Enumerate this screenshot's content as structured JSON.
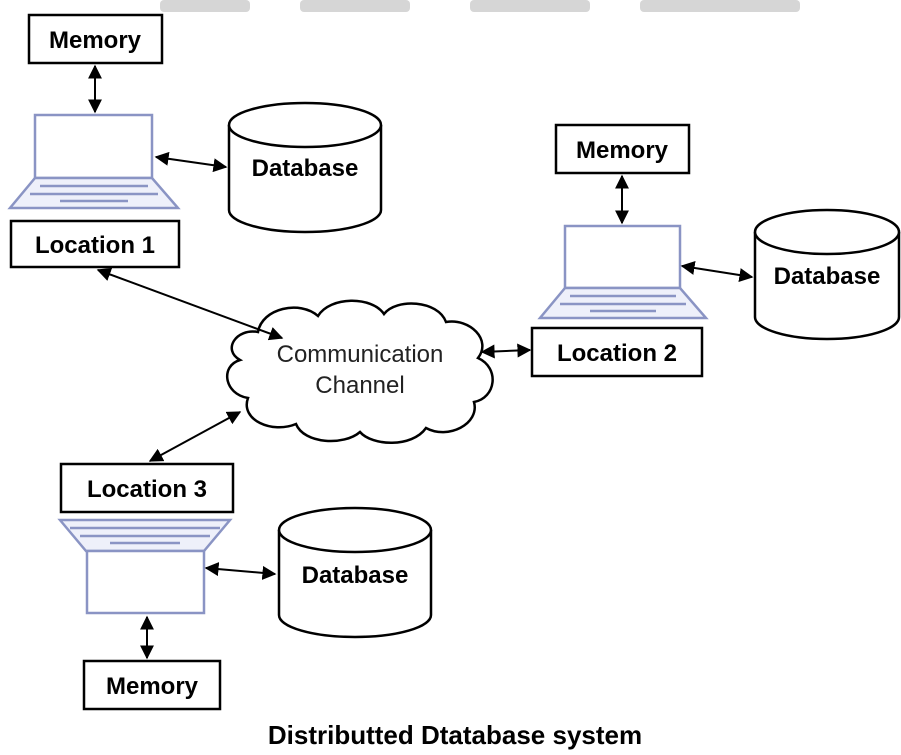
{
  "diagram": {
    "memory_label": "Memory",
    "database_label": "Database",
    "locations": [
      "Location 1",
      "Location 2",
      "Location 3"
    ],
    "cloud": {
      "line1": "Communication",
      "line2": "Channel"
    },
    "caption": "Distributted Dtatabase system"
  },
  "colors": {
    "laptop_outline": "#8a94c4",
    "stroke": "#000000"
  }
}
